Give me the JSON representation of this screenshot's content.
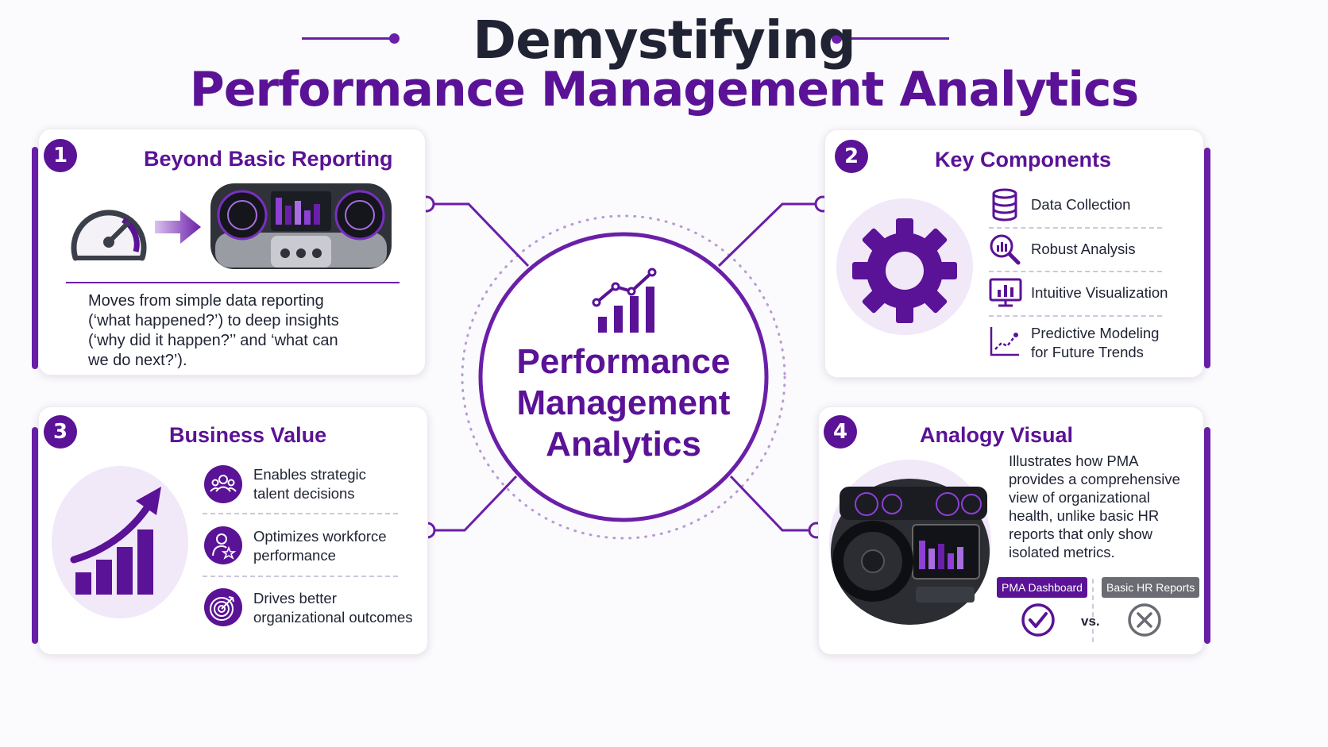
{
  "header": {
    "title_line1": "Demystifying",
    "title_line2": "Performance Management Analytics"
  },
  "center": {
    "title": "Performance Management Analytics",
    "icon": "growth-chart-icon"
  },
  "cards": [
    {
      "number": "1",
      "title": "Beyond Basic Reporting",
      "visual": [
        "speedometer-icon",
        "arrow-right-icon",
        "car-dashboard-image"
      ],
      "text": "Moves from simple data reporting (‘what happened?’) to deep insights (‘why did it happen?’’ and ‘what can we do next?’)."
    },
    {
      "number": "2",
      "title": "Key Components",
      "items": [
        {
          "icon": "database-icon",
          "label": "Data Collection"
        },
        {
          "icon": "magnifier-chart-icon",
          "label": "Robust Analysis"
        },
        {
          "icon": "monitor-chart-icon",
          "label": "Intuitive Visualization"
        },
        {
          "icon": "trend-line-icon",
          "label": "Predictive Modeling for Future Trends"
        }
      ]
    },
    {
      "number": "3",
      "title": "Business Value",
      "items": [
        {
          "icon": "team-icon",
          "label": "Enables strategic talent decisions"
        },
        {
          "icon": "person-star-icon",
          "label": "Optimizes workforce performance"
        },
        {
          "icon": "target-icon",
          "label": "Drives better organizational outcomes"
        }
      ]
    },
    {
      "number": "4",
      "title": "Analogy Visual",
      "text": "Illustrates how PMA provides a comprehensive view of organizational health, unlike basic HR reports that only show isolated metrics.",
      "compare": {
        "left_label": "PMA Dashboard",
        "right_label": "Basic HR Reports",
        "vs": "vs.",
        "left_icon": "check-circle-icon",
        "right_icon": "x-circle-icon"
      }
    }
  ],
  "colors": {
    "primary": "#5a1296",
    "accent": "#6a1fa8",
    "light": "#f1e8f8",
    "text": "#1f2333",
    "grey_pill": "#6b6b73"
  }
}
